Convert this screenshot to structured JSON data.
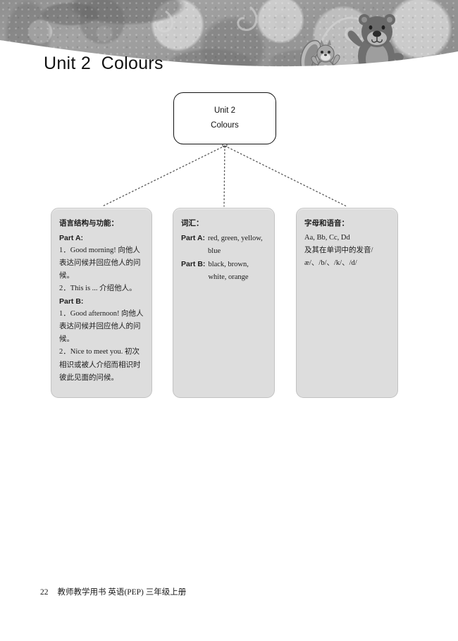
{
  "page": {
    "title": "Unit 2  Colours",
    "footer": {
      "page_number": "22",
      "book_line": "教师教学用书 英语(PEP) 三年级上册"
    }
  },
  "banner": {
    "art_name": "floral-garden-artwork",
    "characters": [
      "squirrel-character",
      "bear-character"
    ],
    "background_color": "#999999"
  },
  "diagram": {
    "root": {
      "line1": "Unit 2",
      "line2": "Colours"
    },
    "nodes": [
      {
        "id": "language-structure",
        "heading": "语言结构与功能：",
        "sections": [
          {
            "label": "Part A:",
            "items": [
              "1．Good morning! 向他人表达问候并回应他人的问候。",
              "2．This is ... 介绍他人。"
            ]
          },
          {
            "label": "Part B:",
            "items": [
              "1．Good afternoon! 向他人表达问候并回应他人的问候。",
              "2．Nice to meet you. 初次相识或被人介绍而相识时彼此见面的问候。"
            ]
          }
        ]
      },
      {
        "id": "vocabulary",
        "heading": "词汇：",
        "entries": [
          {
            "label": "Part A:",
            "value": "red, green, yellow, blue"
          },
          {
            "label": "Part B:",
            "value": "black, brown, white, orange"
          }
        ]
      },
      {
        "id": "letters-and-sounds",
        "heading": "字母和语音：",
        "lines": [
          "Aa, Bb, Cc, Dd",
          "及其在单词中的发音/æ/、/b/、/k/、/d/"
        ]
      }
    ]
  },
  "colors": {
    "node_fill": "#dddddd",
    "node_border": "#c2c2c2",
    "root_border": "#111111",
    "connector": "#555555"
  }
}
